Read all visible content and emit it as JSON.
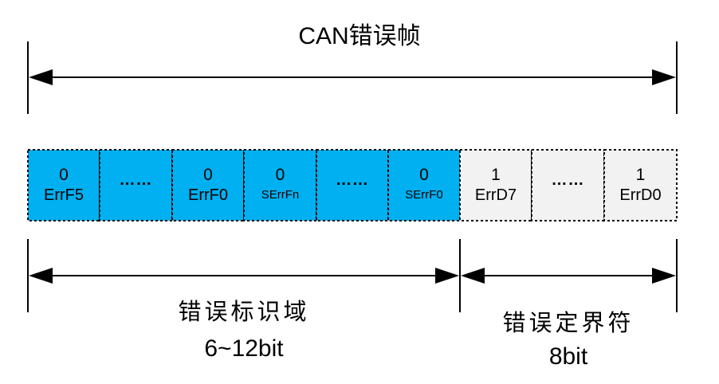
{
  "title": "CAN错误帧",
  "colors": {
    "identifier_fill": "#00B0F0",
    "delimiter_fill": "#F2F2F2",
    "stroke": "#000000"
  },
  "cells": [
    {
      "value": "0",
      "name": "ErrF5",
      "field": "identifier",
      "small": false
    },
    {
      "value": "",
      "name": "……",
      "field": "identifier",
      "ellipsis": true
    },
    {
      "value": "0",
      "name": "ErrF0",
      "field": "identifier",
      "small": false
    },
    {
      "value": "0",
      "name": "SErrFn",
      "field": "identifier",
      "small": true
    },
    {
      "value": "",
      "name": "……",
      "field": "identifier",
      "ellipsis": true
    },
    {
      "value": "0",
      "name": "SErrF0",
      "field": "identifier",
      "small": true
    },
    {
      "value": "1",
      "name": "ErrD7",
      "field": "delimiter",
      "small": false
    },
    {
      "value": "",
      "name": "……",
      "field": "delimiter",
      "ellipsis": true
    },
    {
      "value": "1",
      "name": "ErrD0",
      "field": "delimiter",
      "small": false
    }
  ],
  "fields": {
    "identifier": {
      "label": "错误标识域",
      "bits": "6~12bit"
    },
    "delimiter": {
      "label": "错误定界符",
      "bits": "8bit"
    }
  }
}
